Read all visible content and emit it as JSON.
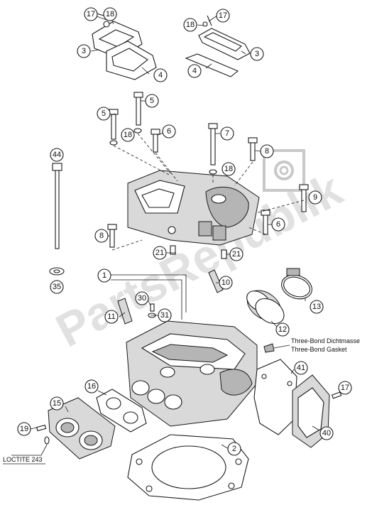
{
  "callouts": {
    "c17a": "17",
    "c18a": "18",
    "c3a": "3",
    "c4a": "4",
    "c17b": "17",
    "c18b": "18",
    "c3b": "3",
    "c4b": "4",
    "c5a": "5",
    "c5b": "5",
    "c18c": "18",
    "c6a": "6",
    "c7": "7",
    "c44": "44",
    "c8a": "8",
    "c18d": "18",
    "c9": "9",
    "c8b": "8",
    "c6b": "6",
    "c21a": "21",
    "c21b": "21",
    "c1": "1",
    "c35": "35",
    "c10": "10",
    "c30": "30",
    "c11": "11",
    "c31": "31",
    "c13": "13",
    "c12": "12",
    "c41": "41",
    "c16": "16",
    "c15": "15",
    "c17c": "17",
    "c19": "19",
    "c2": "2",
    "c40": "40"
  },
  "notes": {
    "sealant_de": "Three-Bond Dichtmasse",
    "sealant_en": "Three-Bond Gasket"
  },
  "loctite_label": "LOCTITE 243",
  "watermark": "PartsRepublik",
  "colors": {
    "line": "#1a1a1a",
    "watermark": "#c8c8c8"
  }
}
